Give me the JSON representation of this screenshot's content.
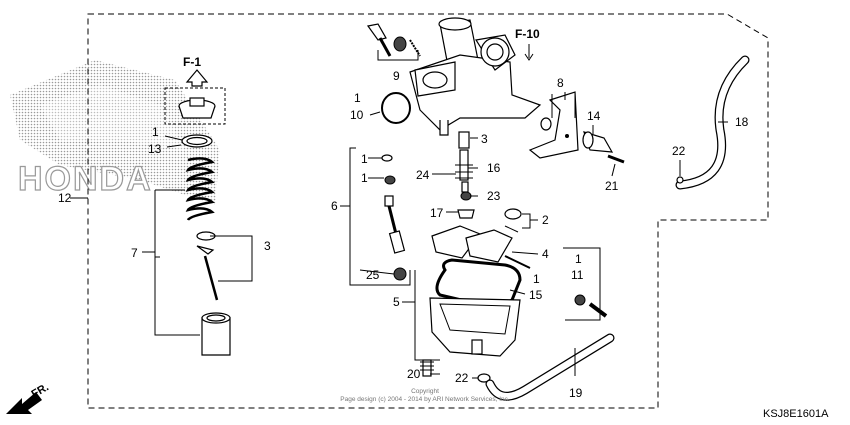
{
  "diagram": {
    "code": "KSJ8E1601A",
    "copyright_line1": "Copyright",
    "copyright_line2": "Page design (c) 2004 - 2014 by ARI Network Services, Inc.",
    "logo_text": "HONDA",
    "direction_label": "FR.",
    "refs": {
      "f1": "F-1",
      "f10": "F-10"
    },
    "callouts": [
      "1",
      "2",
      "3",
      "4",
      "5",
      "6",
      "7",
      "8",
      "9",
      "10",
      "11",
      "12",
      "13",
      "14",
      "15",
      "16",
      "17",
      "18",
      "19",
      "20",
      "21",
      "22",
      "23",
      "24",
      "25"
    ]
  }
}
